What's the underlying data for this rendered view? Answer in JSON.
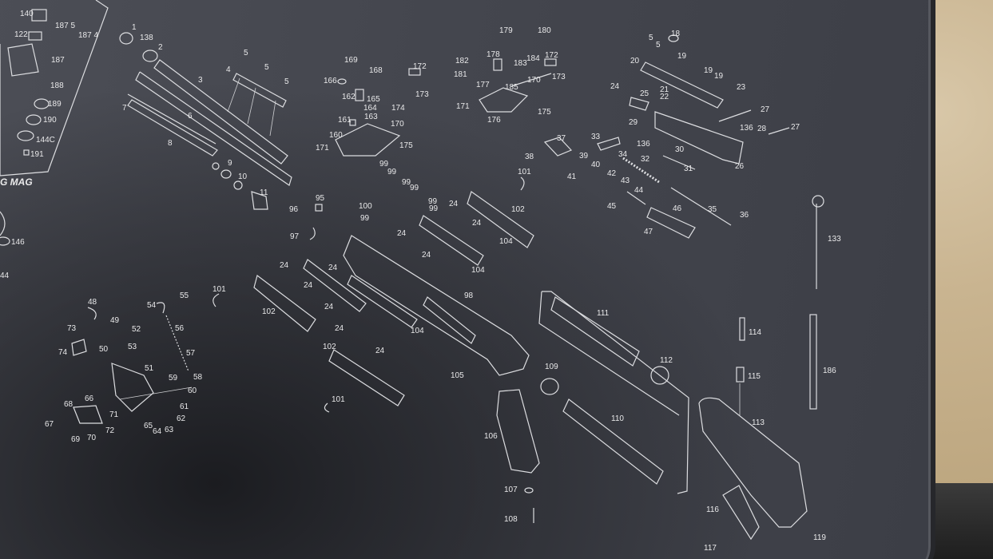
{
  "photo": {
    "subject": "",
    "mat_color": "#44464e",
    "line_color": "#dcdde0",
    "background_color": "#c9b490"
  },
  "callouts": [
    {
      "label": "140"
    },
    {
      "label": "187 5"
    },
    {
      "label": "187 4"
    },
    {
      "label": "122"
    },
    {
      "label": "187"
    },
    {
      "label": "188"
    },
    {
      "label": "189"
    },
    {
      "label": "190"
    },
    {
      "label": "144C"
    },
    {
      "label": "191"
    },
    {
      "label": "146"
    },
    {
      "label": "44"
    },
    {
      "label": "G MAG"
    },
    {
      "label": "1"
    },
    {
      "label": "138"
    },
    {
      "label": "2"
    },
    {
      "label": "3"
    },
    {
      "label": "7"
    },
    {
      "label": "6"
    },
    {
      "label": "8"
    },
    {
      "label": "9"
    },
    {
      "label": "10"
    },
    {
      "label": "11"
    },
    {
      "label": "4"
    },
    {
      "label": "5"
    },
    {
      "label": "5"
    },
    {
      "label": "5"
    },
    {
      "label": "169"
    },
    {
      "label": "168"
    },
    {
      "label": "166"
    },
    {
      "label": "162"
    },
    {
      "label": "165"
    },
    {
      "label": "164"
    },
    {
      "label": "163"
    },
    {
      "label": "161"
    },
    {
      "label": "172"
    },
    {
      "label": "173"
    },
    {
      "label": "174"
    },
    {
      "label": "170"
    },
    {
      "label": "160"
    },
    {
      "label": "171"
    },
    {
      "label": "175"
    },
    {
      "label": "179"
    },
    {
      "label": "180"
    },
    {
      "label": "182"
    },
    {
      "label": "178"
    },
    {
      "label": "183"
    },
    {
      "label": "184"
    },
    {
      "label": "172"
    },
    {
      "label": "181"
    },
    {
      "label": "173"
    },
    {
      "label": "177"
    },
    {
      "label": "185"
    },
    {
      "label": "170"
    },
    {
      "label": "171"
    },
    {
      "label": "176"
    },
    {
      "label": "175"
    },
    {
      "label": "5"
    },
    {
      "label": "5"
    },
    {
      "label": "18"
    },
    {
      "label": "20"
    },
    {
      "label": "19"
    },
    {
      "label": "19"
    },
    {
      "label": "19"
    },
    {
      "label": "24"
    },
    {
      "label": "25"
    },
    {
      "label": "21"
    },
    {
      "label": "22"
    },
    {
      "label": "23"
    },
    {
      "label": "27"
    },
    {
      "label": "29"
    },
    {
      "label": "136"
    },
    {
      "label": "28"
    },
    {
      "label": "27"
    },
    {
      "label": "30"
    },
    {
      "label": "136"
    },
    {
      "label": "32"
    },
    {
      "label": "31"
    },
    {
      "label": "26"
    },
    {
      "label": "37"
    },
    {
      "label": "33"
    },
    {
      "label": "38"
    },
    {
      "label": "39"
    },
    {
      "label": "34"
    },
    {
      "label": "40"
    },
    {
      "label": "41"
    },
    {
      "label": "42"
    },
    {
      "label": "43"
    },
    {
      "label": "44"
    },
    {
      "label": "45"
    },
    {
      "label": "46"
    },
    {
      "label": "35"
    },
    {
      "label": "36"
    },
    {
      "label": "47"
    },
    {
      "label": "99"
    },
    {
      "label": "99"
    },
    {
      "label": "99"
    },
    {
      "label": "99"
    },
    {
      "label": "99"
    },
    {
      "label": "99"
    },
    {
      "label": "100"
    },
    {
      "label": "99"
    },
    {
      "label": "96"
    },
    {
      "label": "95"
    },
    {
      "label": "97"
    },
    {
      "label": "101"
    },
    {
      "label": "102"
    },
    {
      "label": "24"
    },
    {
      "label": "24"
    },
    {
      "label": "24"
    },
    {
      "label": "104"
    },
    {
      "label": "24"
    },
    {
      "label": "104"
    },
    {
      "label": "24"
    },
    {
      "label": "24"
    },
    {
      "label": "98"
    },
    {
      "label": "101"
    },
    {
      "label": "102"
    },
    {
      "label": "24"
    },
    {
      "label": "24"
    },
    {
      "label": "104"
    },
    {
      "label": "24"
    },
    {
      "label": "102"
    },
    {
      "label": "24"
    },
    {
      "label": "101"
    },
    {
      "label": "105"
    },
    {
      "label": "109"
    },
    {
      "label": "106"
    },
    {
      "label": "110"
    },
    {
      "label": "111"
    },
    {
      "label": "112"
    },
    {
      "label": "107"
    },
    {
      "label": "108"
    },
    {
      "label": "114"
    },
    {
      "label": "115"
    },
    {
      "label": "113"
    },
    {
      "label": "116"
    },
    {
      "label": "117"
    },
    {
      "label": "119"
    },
    {
      "label": "133"
    },
    {
      "label": "186"
    },
    {
      "label": "48"
    },
    {
      "label": "49"
    },
    {
      "label": "54"
    },
    {
      "label": "55"
    },
    {
      "label": "73"
    },
    {
      "label": "52"
    },
    {
      "label": "56"
    },
    {
      "label": "74"
    },
    {
      "label": "50"
    },
    {
      "label": "53"
    },
    {
      "label": "57"
    },
    {
      "label": "51"
    },
    {
      "label": "59"
    },
    {
      "label": "58"
    },
    {
      "label": "66"
    },
    {
      "label": "60"
    },
    {
      "label": "68"
    },
    {
      "label": "61"
    },
    {
      "label": "71"
    },
    {
      "label": "62"
    },
    {
      "label": "67"
    },
    {
      "label": "65"
    },
    {
      "label": "64"
    },
    {
      "label": "63"
    },
    {
      "label": "72"
    },
    {
      "label": "69"
    },
    {
      "label": "70"
    }
  ]
}
